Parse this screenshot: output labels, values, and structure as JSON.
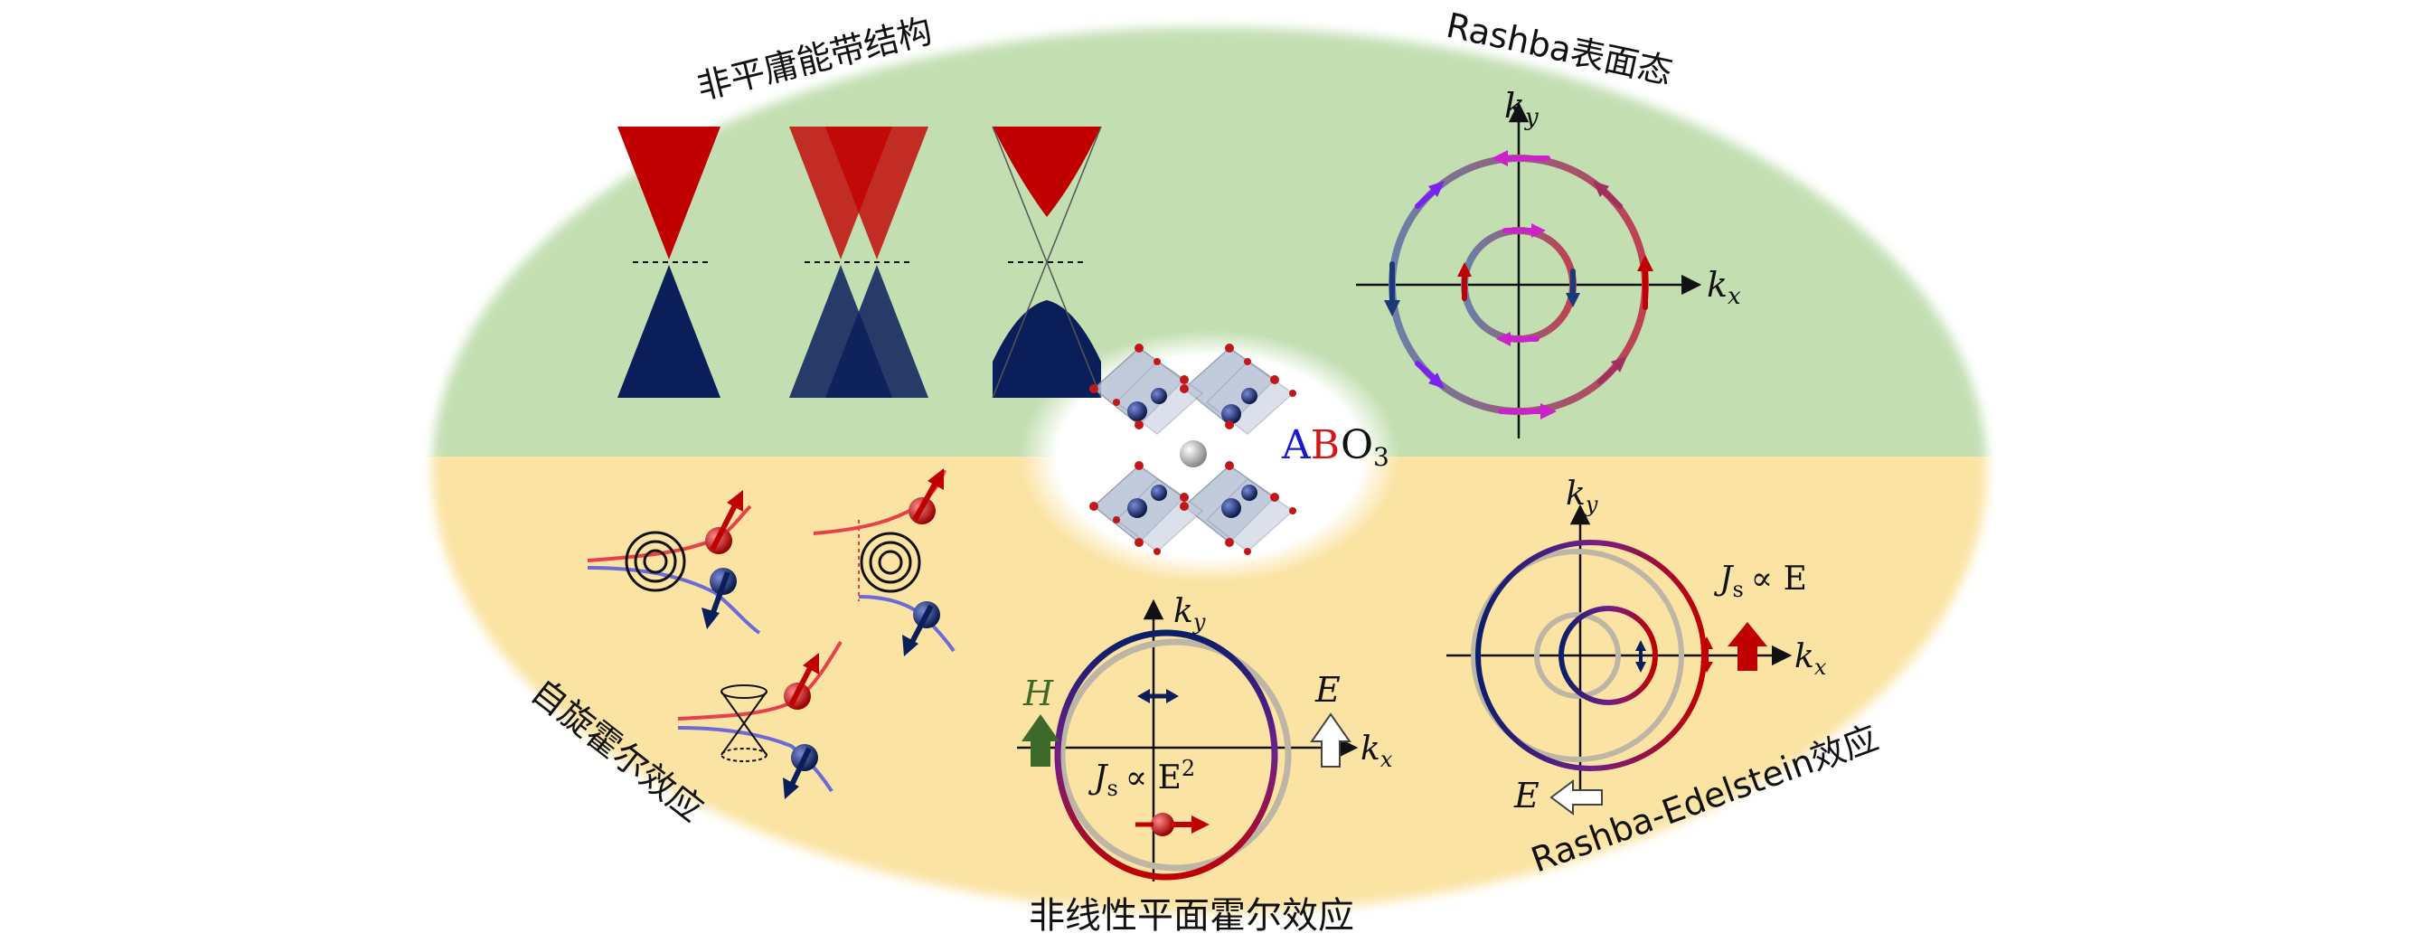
{
  "titles": {
    "nontrivial_band": "非平庸能带结构",
    "rashba_surface": "Rashba表面态",
    "spin_hall": "自旋霍尔效应",
    "nonlinear_planar_hall": "非线性平面霍尔效应",
    "rashba_edelstein": "Rashba-Edelstein效应"
  },
  "formula": {
    "A": "A",
    "B": "B",
    "O": "O",
    "sub": "3"
  },
  "axes": {
    "kx": "k",
    "kx_sub": "x",
    "ky": "k",
    "ky_sub": "y"
  },
  "nphe": {
    "H": "H",
    "E": "E",
    "Js": "J",
    "Js_sub": "s",
    "relation": "∝ E",
    "exp": "2"
  },
  "ree": {
    "Js": "J",
    "Js_sub": "s",
    "relation": "∝ E",
    "E": "E"
  },
  "colors": {
    "green_region": "#c3dfb2",
    "yellow_region": "#fbe3a3",
    "red": "#c00000",
    "navy": "#0a1e5a",
    "magenta": "#cc22cc",
    "violet": "#7a22ee",
    "gray_ring": "#bdb5a6",
    "spin_red": "#e8404a",
    "spin_blue": "#6a6ad8"
  }
}
